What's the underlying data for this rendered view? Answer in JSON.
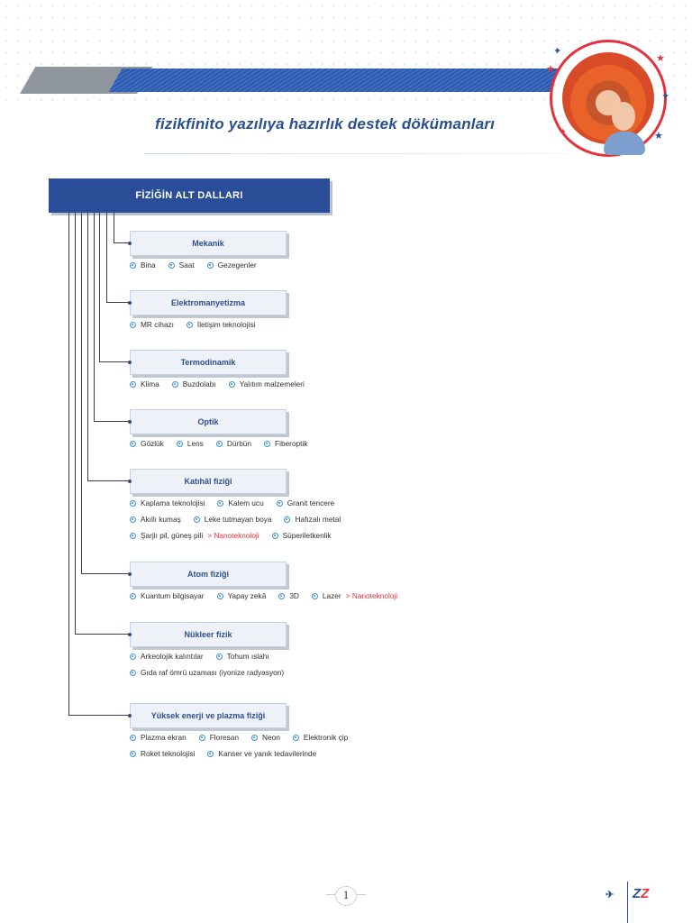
{
  "header": {
    "title": "fizikfinito yazılıya hazırlık destek dökümanları"
  },
  "main_title": "FİZİĞİN ALT DALLARI",
  "branches": [
    {
      "name": "Mekanik",
      "rows": [
        [
          {
            "text": "Bina"
          },
          {
            "text": "Saat"
          },
          {
            "text": "Gezegenler"
          }
        ]
      ]
    },
    {
      "name": "Elektromanyetizma",
      "rows": [
        [
          {
            "text": "MR cihazı"
          },
          {
            "text": "İletişim teknolojisi"
          }
        ]
      ]
    },
    {
      "name": "Termodinamik",
      "rows": [
        [
          {
            "text": "Klima"
          },
          {
            "text": "Buzdolabı"
          },
          {
            "text": "Yalıtım malzemeleri"
          }
        ]
      ]
    },
    {
      "name": "Optik",
      "rows": [
        [
          {
            "text": "Gözlük"
          },
          {
            "text": "Lens"
          },
          {
            "text": "Dürbün"
          },
          {
            "text": "Fiberoptik"
          }
        ]
      ]
    },
    {
      "name": "Katıhâl fiziği",
      "rows": [
        [
          {
            "text": "Kaplama teknolojisi"
          },
          {
            "text": "Kalem ucu"
          },
          {
            "text": "Granit tencere"
          }
        ],
        [
          {
            "text": "Akıllı kumaş"
          },
          {
            "text": "Leke tutmayan boya"
          },
          {
            "text": "Hafızalı metal"
          }
        ],
        [
          {
            "text": "Şarjlı pil, güneş pili",
            "suffix": "> Nanoteknoloji"
          },
          {
            "text": "Süperiletkenlik"
          }
        ]
      ]
    },
    {
      "name": "Atom fiziği",
      "rows": [
        [
          {
            "text": "Kuantum bilgisayar"
          },
          {
            "text": "Yapay zekâ"
          },
          {
            "text": "3D"
          },
          {
            "text": "Lazer",
            "suffix": "> Nanoteknoloji"
          }
        ]
      ]
    },
    {
      "name": "Nükleer fizik",
      "rows": [
        [
          {
            "text": "Arkeolojik kalıntılar"
          },
          {
            "text": "Tohum ıslahı"
          }
        ],
        [
          {
            "text": "Gıda raf ömrü uzaması (iyonize radyasyon)"
          }
        ]
      ]
    },
    {
      "name": "Yüksek enerji ve plazma fiziği",
      "rows": [
        [
          {
            "text": "Plazma ekran"
          },
          {
            "text": "Floresan"
          },
          {
            "text": "Neon"
          },
          {
            "text": "Elektronik çip"
          }
        ],
        [
          {
            "text": "Roket teknolojisi"
          },
          {
            "text": "Kanser ve yanık tedavilerinde"
          }
        ]
      ]
    }
  ],
  "page_number": "1",
  "colors": {
    "primary": "#2b4d97",
    "accent": "#e3323e",
    "bullet": "#3a8fd6"
  }
}
